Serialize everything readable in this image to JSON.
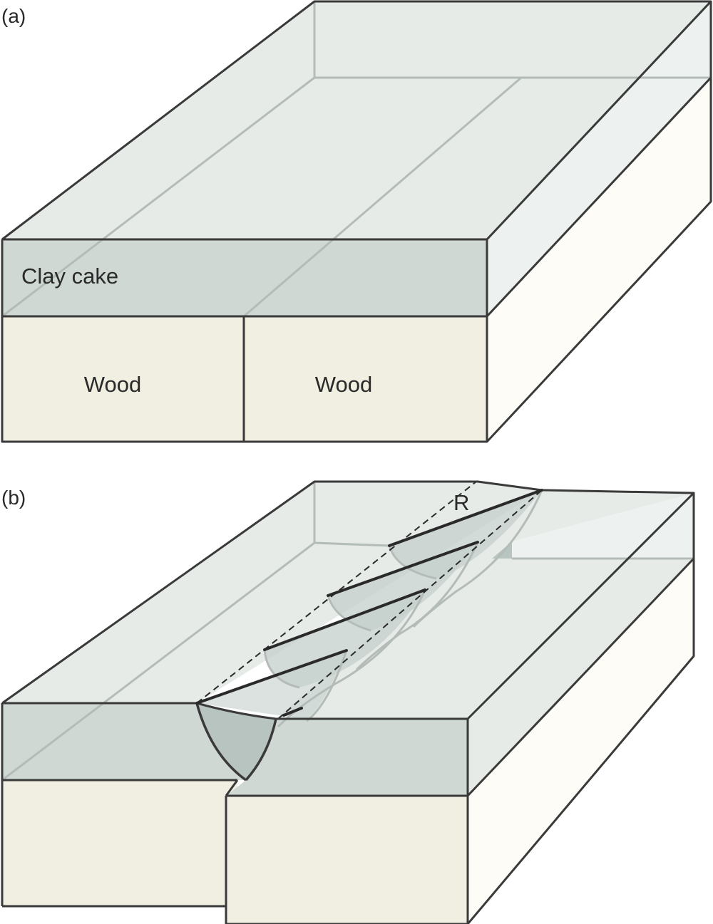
{
  "panels": [
    {
      "id": "a",
      "label": "(a)",
      "layers": {
        "clay": "Clay cake",
        "wood_left": "Wood",
        "wood_right": "Wood"
      }
    },
    {
      "id": "b",
      "label": "(b)",
      "annotations": {
        "riedel": "R"
      },
      "riedel_shear_count": 5
    }
  ],
  "colors": {
    "clay_top": "#e6ebe8",
    "clay_front": "#d0d8d4",
    "clay_side": "#edf1ef",
    "wood_front": "#f1efe1",
    "wood_side": "#fdfcf6",
    "fault_surface": "#c4cfcb",
    "scarp": "#b8c4bf",
    "outline": "#3a3a3a",
    "hidden_line": "#b4bcb8"
  }
}
